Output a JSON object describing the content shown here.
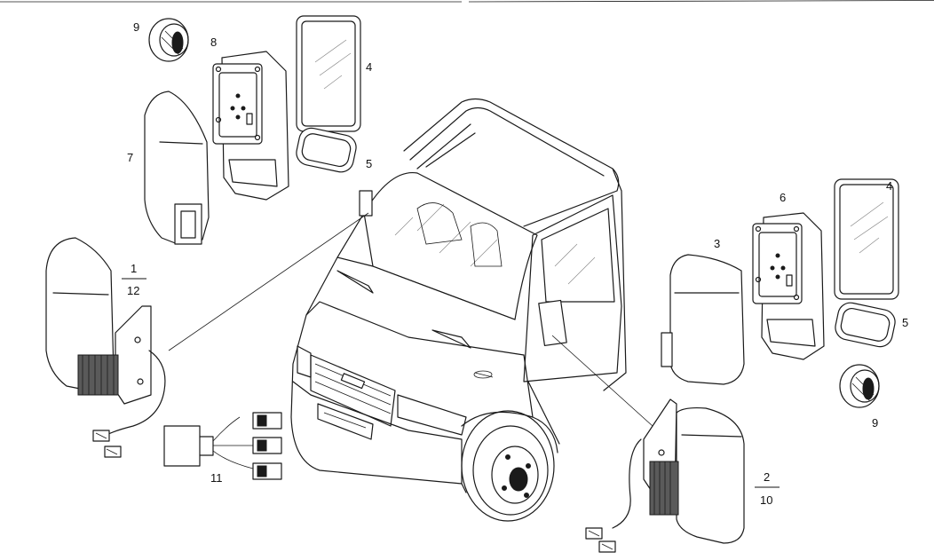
{
  "callouts": {
    "c9_top": "9",
    "c8": "8",
    "c4_top": "4",
    "c5_top": "5",
    "c7": "7",
    "c1": "1",
    "c12": "12",
    "c11": "11",
    "c6": "6",
    "c4_right": "4",
    "c3": "3",
    "c5_right": "5",
    "c9_right": "9",
    "c2": "2",
    "c10": "10"
  }
}
